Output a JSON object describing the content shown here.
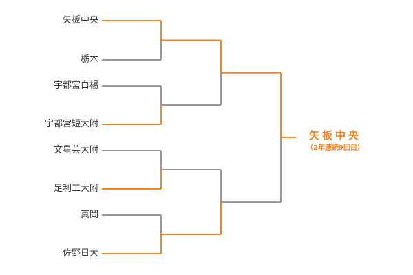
{
  "teams": [
    "矢板中央",
    "栃木",
    "宇都宮白楊",
    "宇都宮短大附",
    "文星芸大附",
    "足利工大附",
    "真岡",
    "佐野日大"
  ],
  "results": {
    "round1_winners": [
      0,
      3,
      5,
      7
    ],
    "round2_winners": [
      0,
      7
    ],
    "final_winner": 0
  },
  "champion": {
    "name": "矢板中央",
    "note": "（2年連続9回目）"
  },
  "colors": {
    "win": "#f5831f",
    "lose": "#999999",
    "text": "#333333"
  }
}
